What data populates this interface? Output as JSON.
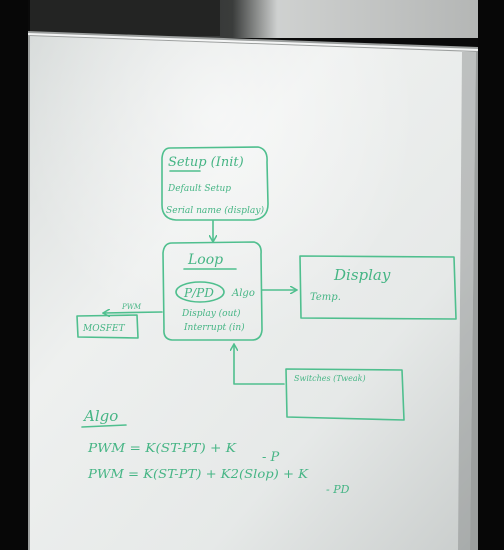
{
  "whiteboard": {
    "setup_box": {
      "title": "Setup (Init)",
      "line1": "Default Setup",
      "line2": "Serial name (display)"
    },
    "loop_box": {
      "title": "Loop",
      "pid_label": "P/PD",
      "algo_label": "Algo",
      "line1": "Display (out)",
      "line2": "Interrupt (in)"
    },
    "display_box": {
      "title": "Display",
      "subtitle": "Temp."
    },
    "mosfet_box": {
      "label": "MOSFET",
      "arrow_label": "PWM"
    },
    "switch_box": {
      "label": "Switches (Tweak)"
    },
    "algo_notes": {
      "heading": "Algo",
      "eq1": "PWM = K(ST-PT) + K",
      "eq1_tag": "- P",
      "eq2": "PWM = K(ST-PT) + K2(Slop) + K",
      "eq2_tag": "- PD"
    }
  },
  "colors": {
    "marker": "#4fbf8e",
    "board": "#e8ebea",
    "frame": "#0a0a0a"
  }
}
